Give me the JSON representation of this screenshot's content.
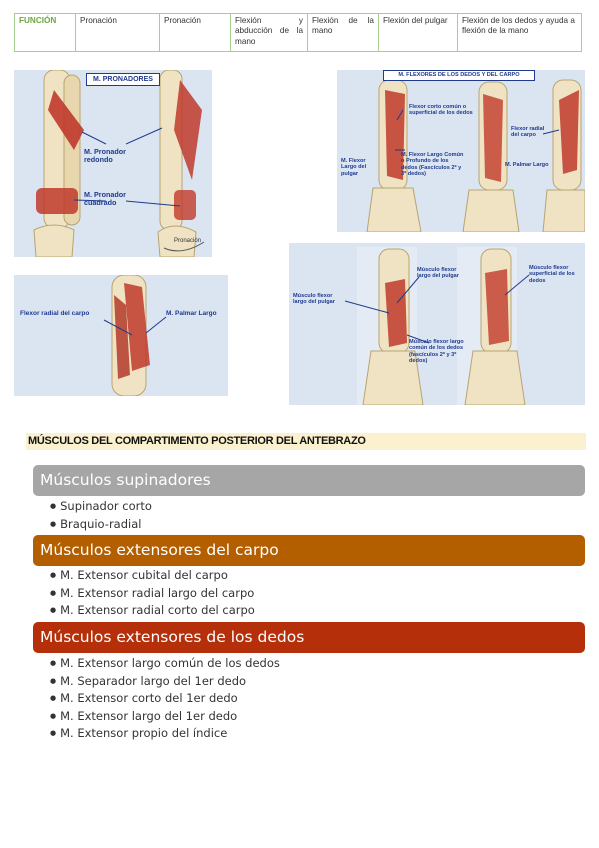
{
  "function_table": {
    "cells": [
      "FUNCIÓN",
      "Pronación",
      "Pronación",
      "Flexión y abducción de la mano",
      "Flexión de la mano",
      "Flexión del pulgar",
      "Flexión de los dedos y ayuda a flexión de la mano"
    ]
  },
  "figures": {
    "pronadores": {
      "title": "M. PRONADORES",
      "label_redondo": "M. Pronador redondo",
      "label_cuadrado": "M. Pronador cuadrado",
      "caption": "Pronación"
    },
    "flexor_radial": {
      "label_left": "Flexor radial del carpo",
      "label_right": "M. Palmar Largo"
    },
    "flexores_dedos": {
      "title": "M. FLEXORES DE LOS DEDOS Y DEL CARPO",
      "label_corto_comun": "Flexor corto común o superficial de los dedos",
      "label_flexor_largo_pulgar": "M. Flexor Largo del pulgar",
      "label_flexor_largo_comun": "M. Flexor Largo Común o Profundo de los dedos (Fascículos 2º y 3º dedos)",
      "label_flexor_radial": "Flexor radial del carpo",
      "label_palmar": "M. Palmar Largo"
    },
    "musculos_flexores": {
      "label_largo_pulgar_left": "Músculo flexor largo del pulgar",
      "label_largo_pulgar_mid": "Músculo flexor largo del pulgar",
      "label_largo_comun": "Músculo flexor largo común de los dedos (fascículos 2º y 3º dedos)",
      "label_superficial": "Músculo flexor superficial de los dedos"
    }
  },
  "section": {
    "title": "MÚSCULOS DEL COMPARTIMENTO POSTERIOR DEL ANTEBRAZO"
  },
  "groups": [
    {
      "heading": "Músculos supinadores",
      "color": "#a6a6a6",
      "items": [
        "Supinador corto",
        "Braquio-radial"
      ]
    },
    {
      "heading": "Músculos extensores del carpo",
      "color": "#b35f00",
      "items": [
        "M. Extensor cubital del carpo",
        "M. Extensor radial largo del carpo",
        "M. Extensor radial corto del carpo"
      ]
    },
    {
      "heading": "Músculos extensores de los dedos",
      "color": "#b5300a",
      "items": [
        "M. Extensor largo común de los dedos",
        "M. Separador largo del 1er dedo",
        "M. Extensor corto del 1er dedo",
        "M. Extensor largo del 1er dedo",
        "M. Extensor propio del índice"
      ]
    }
  ]
}
